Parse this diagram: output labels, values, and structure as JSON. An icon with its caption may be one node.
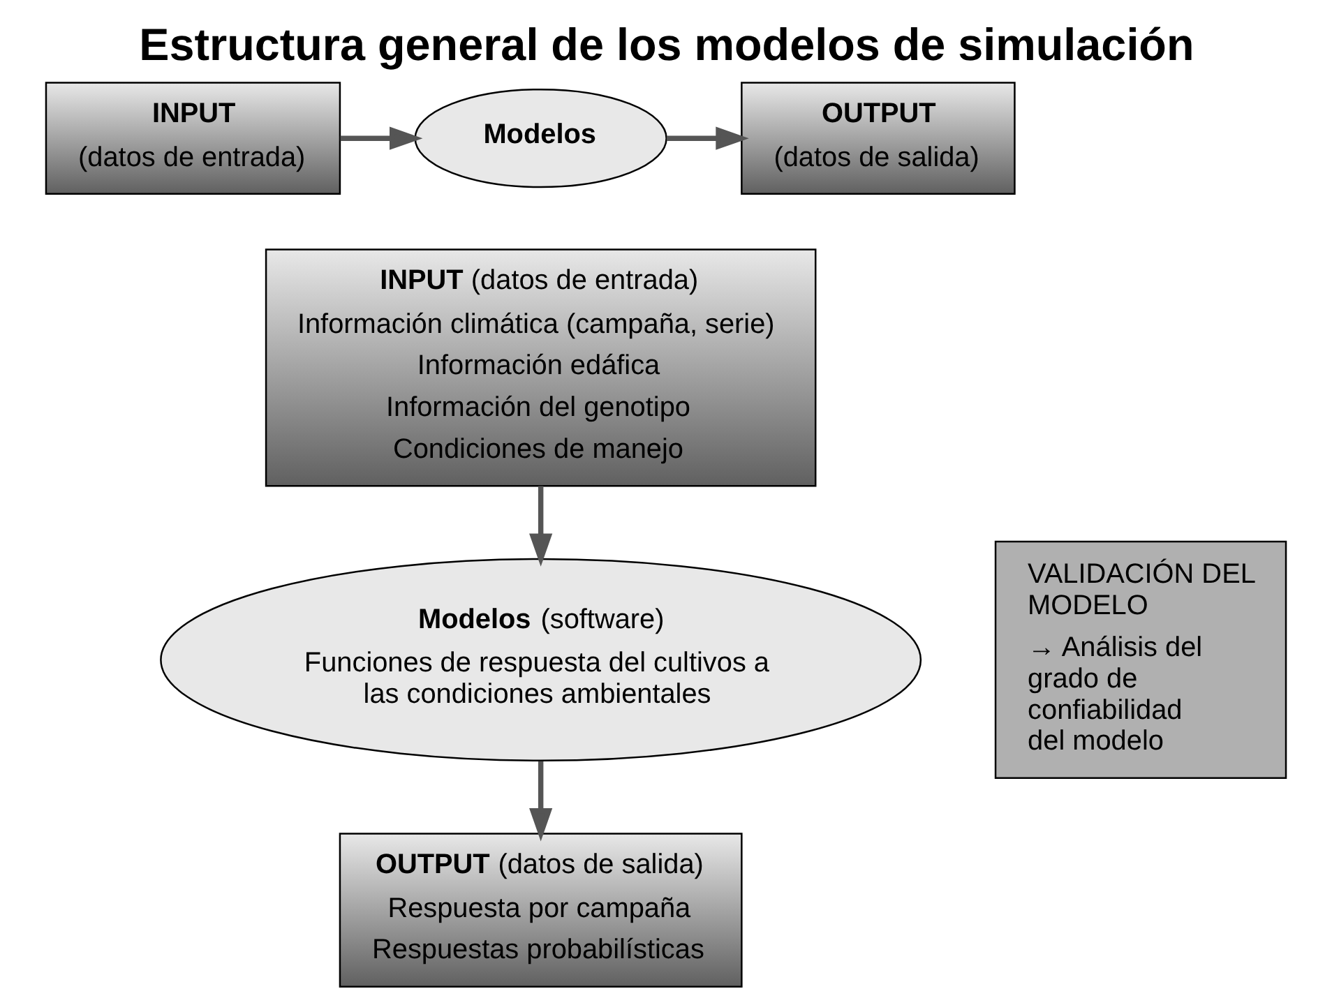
{
  "diagram": {
    "title": "Estructura general de los modelos de simulación",
    "nodes": [
      {
        "text": [
          "**INPUT**",
          "(datos de entrada)"
        ]
      },
      {
        "text": [
          "**Modelos**"
        ]
      },
      {
        "text": [
          "**OUTPUT**",
          "(datos de salida)"
        ]
      },
      {
        "text": [
          "**INPUT** (datos de entrada)",
          "Información climática (campaña, serie)",
          "Información edáfica",
          "Información del genotipo",
          "Condiciones de manejo"
        ]
      },
      {
        "text": [
          "**Modelos** (software)",
          "Funciones de respuesta del cultivos a las condiciones ambientales"
        ]
      },
      {
        "text": [
          "**OUTPUT** (datos de salida)",
          "Respuesta por campaña",
          "Respuestas probabilísticas"
        ]
      },
      {
        "text": [
          "VALIDACIÓN DEL MODELO",
          "→ Análisis del grado de confiabilidad del modelo"
        ]
      }
    ],
    "edges": [
      {
        "from": 0,
        "to": 1,
        "arrow": "to"
      },
      {
        "from": 1,
        "to": 2,
        "arrow": "to"
      },
      {
        "from": 3,
        "to": 4,
        "arrow": "to"
      },
      {
        "from": 4,
        "to": 5,
        "arrow": "to"
      }
    ]
  }
}
